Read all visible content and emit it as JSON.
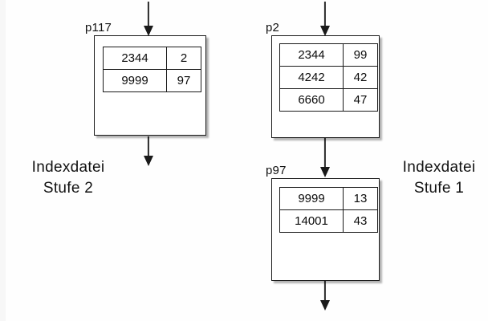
{
  "diagram": {
    "title_left": {
      "line1": "Indexdatei",
      "line2": "Stufe 2"
    },
    "title_right": {
      "line1": "Indexdatei",
      "line2": "Stufe 1"
    },
    "nodes": [
      {
        "id": "p117",
        "label": "p117",
        "level": "Stufe 2",
        "rows": [
          {
            "key": "2344",
            "value": "2"
          },
          {
            "key": "9999",
            "value": "97"
          }
        ]
      },
      {
        "id": "p2",
        "label": "p2",
        "level": "Stufe 1",
        "rows": [
          {
            "key": "2344",
            "value": "99"
          },
          {
            "key": "4242",
            "value": "42"
          },
          {
            "key": "6660",
            "value": "47"
          }
        ]
      },
      {
        "id": "p97",
        "label": "p97",
        "level": "Stufe 1",
        "rows": [
          {
            "key": "9999",
            "value": "13"
          },
          {
            "key": "14001",
            "value": "43"
          }
        ]
      }
    ],
    "colors": {
      "box_border": "#1a1a1a",
      "arrow": "#2b2b2b",
      "text": "#0d0d0d",
      "background": "#fefefe"
    }
  }
}
